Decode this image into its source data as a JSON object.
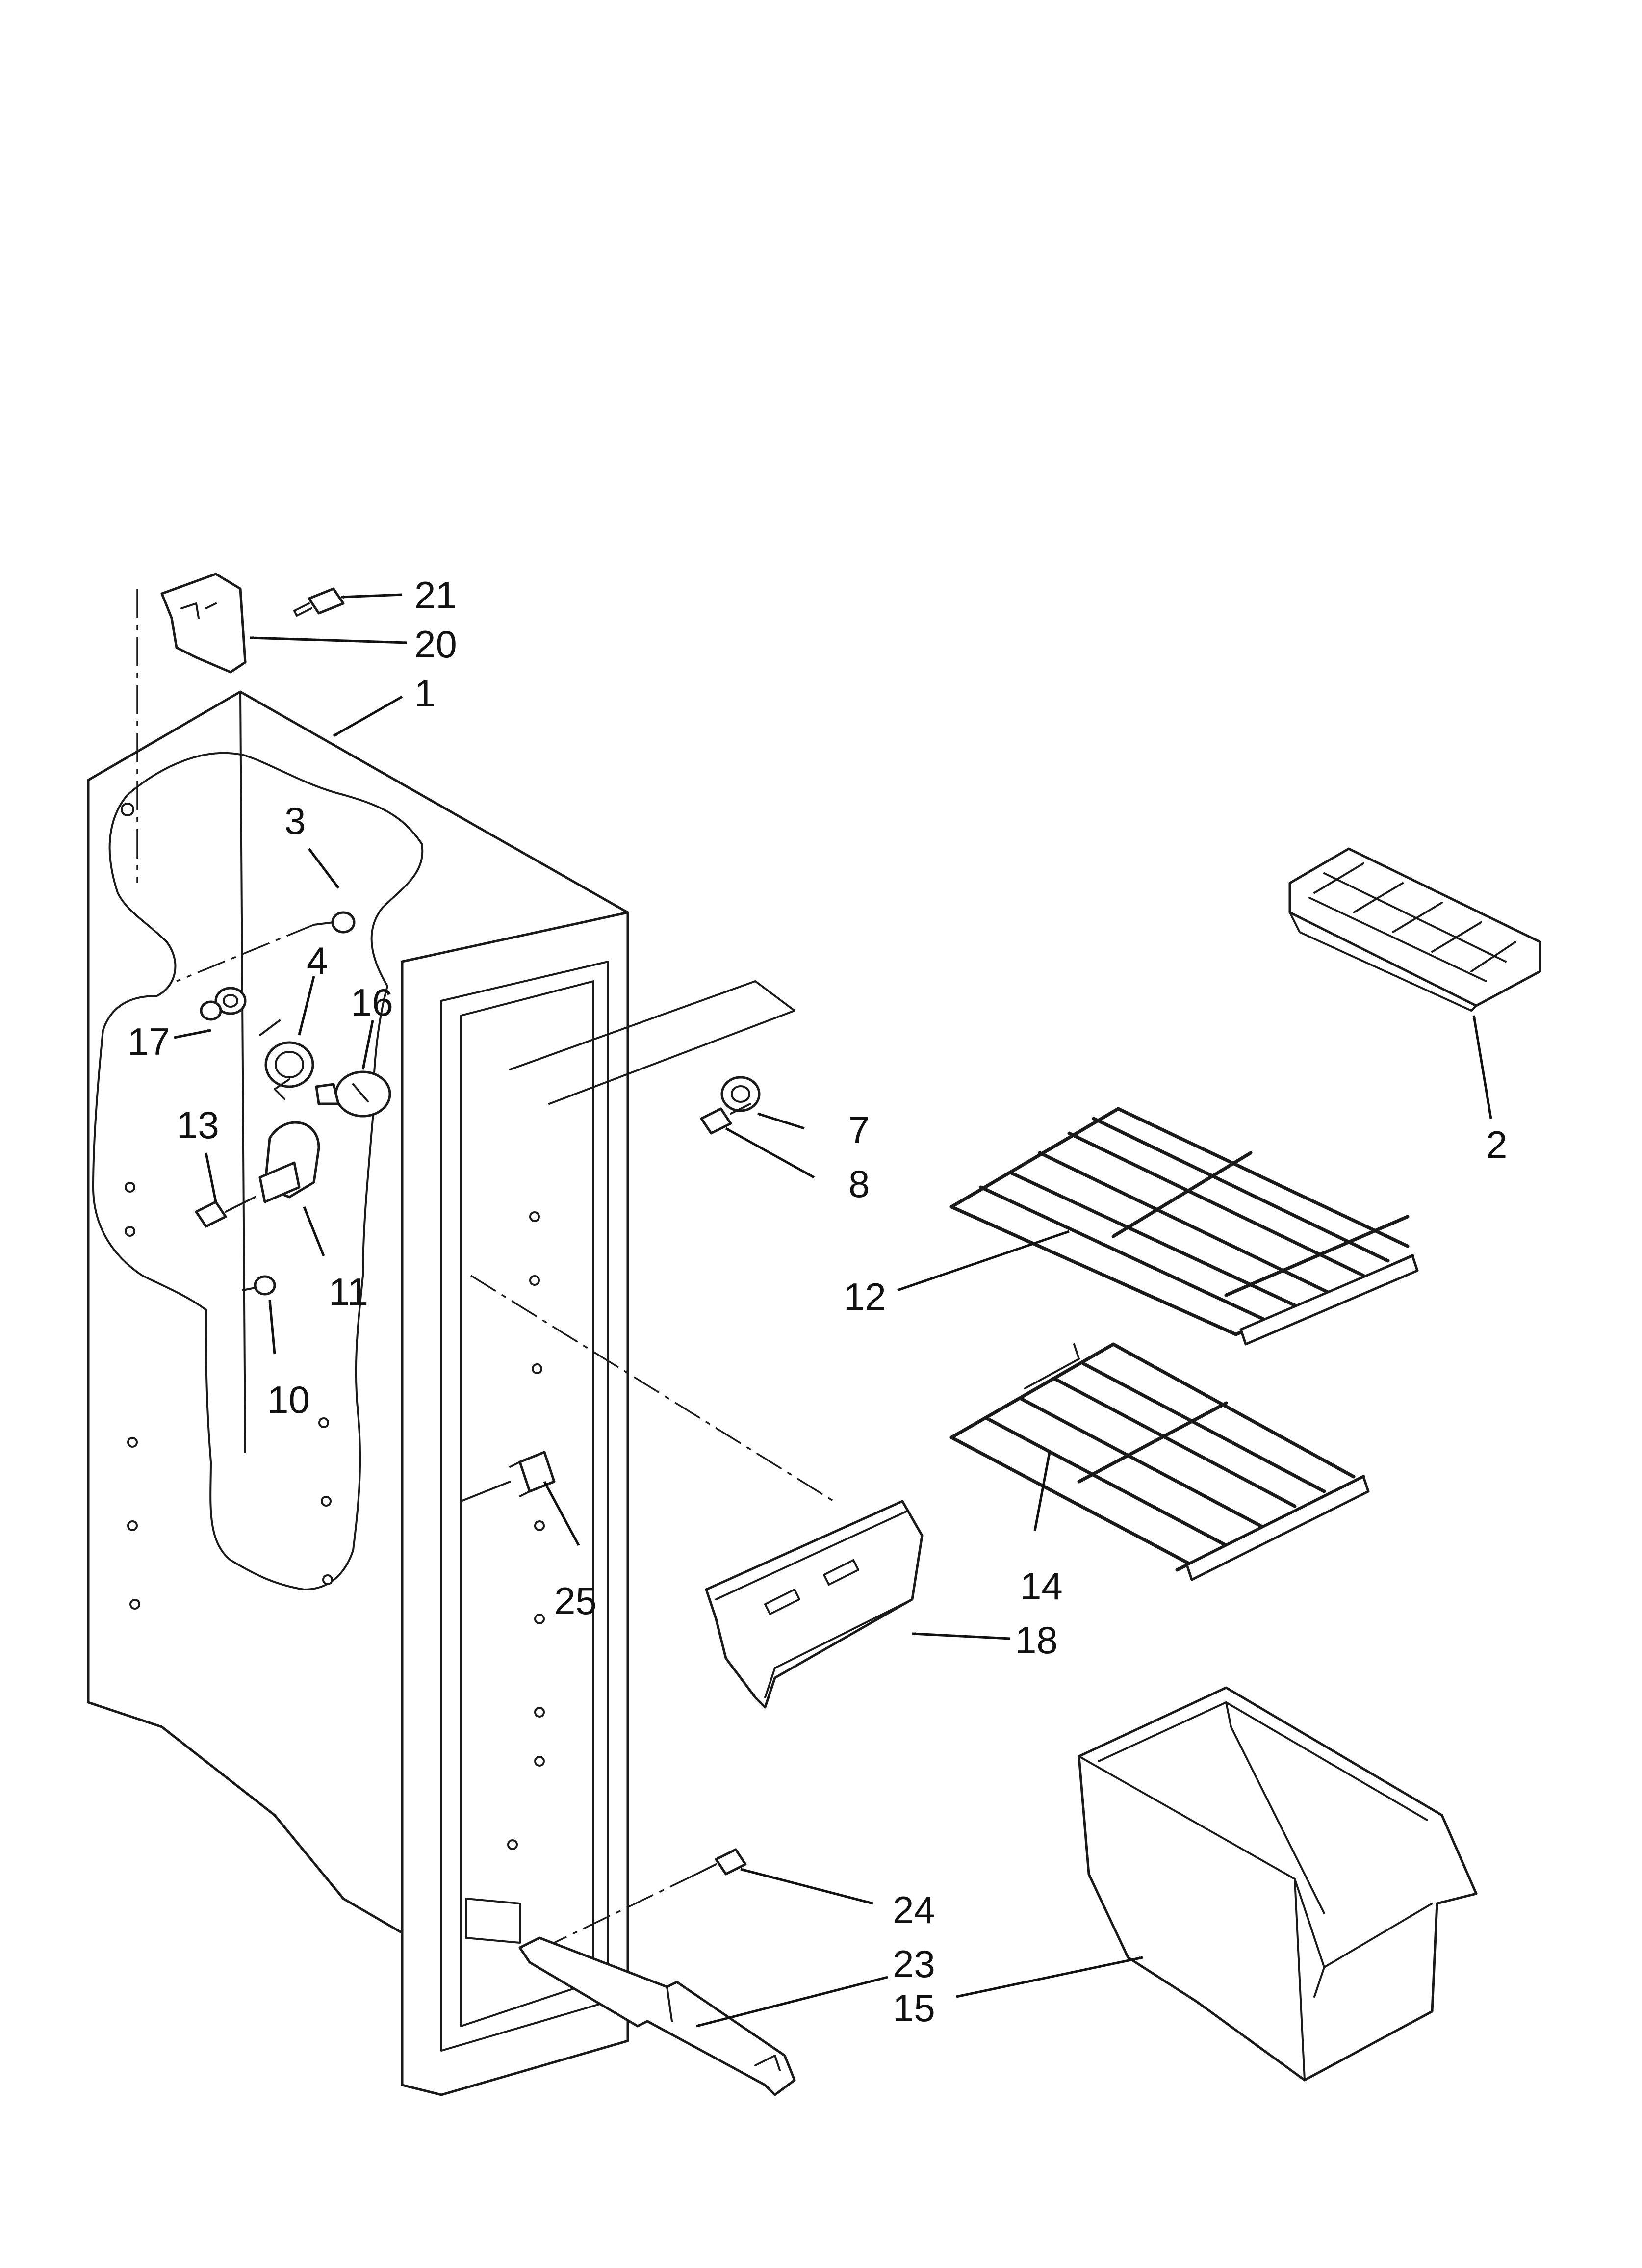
{
  "callouts": {
    "c1": "1",
    "c2": "2",
    "c3": "3",
    "c4": "4",
    "c7": "7",
    "c8": "8",
    "c10": "10",
    "c11": "11",
    "c12": "12",
    "c13": "13",
    "c14": "14",
    "c15": "15",
    "c16": "16",
    "c17": "17",
    "c18": "18",
    "c20": "20",
    "c21": "21",
    "c23": "23",
    "c24": "24",
    "c25": "25"
  },
  "colors": {
    "line": "#1a1a1a",
    "background": "#ffffff"
  }
}
